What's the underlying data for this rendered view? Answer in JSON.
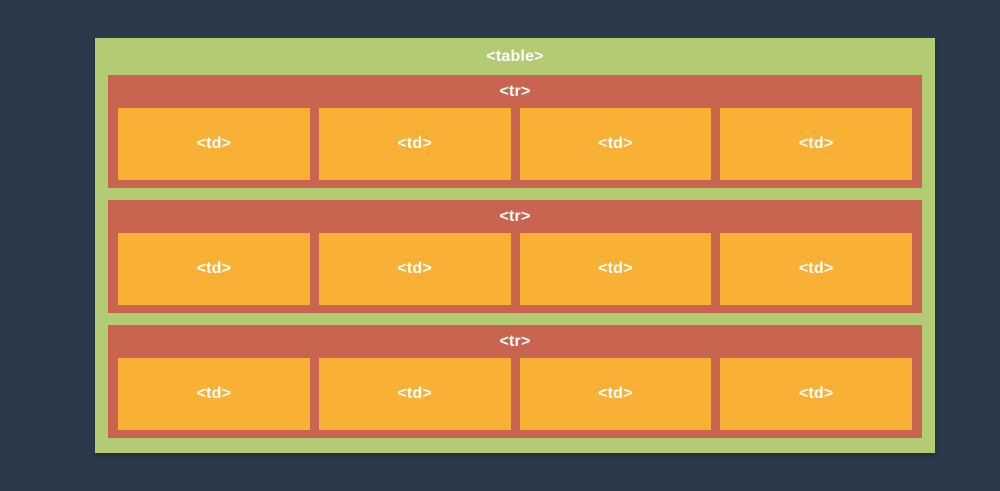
{
  "colors": {
    "background": "#2b3a4a",
    "table": "#b3cc74",
    "row": "#c96450",
    "cell": "#f9b135",
    "label": "#ffffff"
  },
  "table": {
    "label": "<table>",
    "rows": [
      {
        "label": "<tr>",
        "cells": [
          "<td>",
          "<td>",
          "<td>",
          "<td>"
        ]
      },
      {
        "label": "<tr>",
        "cells": [
          "<td>",
          "<td>",
          "<td>",
          "<td>"
        ]
      },
      {
        "label": "<tr>",
        "cells": [
          "<td>",
          "<td>",
          "<td>",
          "<td>"
        ]
      }
    ]
  }
}
